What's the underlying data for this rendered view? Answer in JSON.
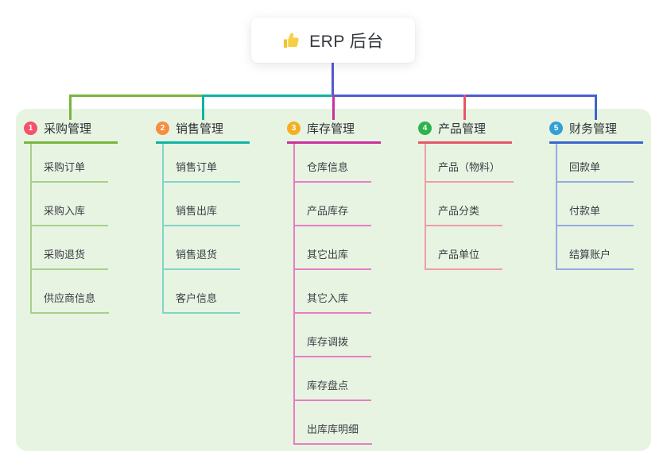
{
  "root": {
    "title": "ERP 后台",
    "icon": "thumbs-up-icon"
  },
  "connectors": {
    "trunk_color": "#4e5bd2"
  },
  "panel_color": "#e8f4e2",
  "branches": [
    {
      "index": "1",
      "label": "采购管理",
      "badge_color": "#f4516c",
      "line_color": "#79b43e",
      "child_line_color": "#a6d08b",
      "children": [
        "采购订单",
        "采购入库",
        "采购退货",
        "供应商信息"
      ]
    },
    {
      "index": "2",
      "label": "销售管理",
      "badge_color": "#f68e3f",
      "line_color": "#0fb3a4",
      "child_line_color": "#82d4c8",
      "children": [
        "销售订单",
        "销售出库",
        "销售退货",
        "客户信息"
      ]
    },
    {
      "index": "3",
      "label": "库存管理",
      "badge_color": "#f2b124",
      "line_color": "#c9309e",
      "child_line_color": "#e87dc5",
      "children": [
        "仓库信息",
        "产品库存",
        "其它出库",
        "其它入库",
        "库存调拨",
        "库存盘点",
        "出库库明细"
      ]
    },
    {
      "index": "4",
      "label": "产品管理",
      "badge_color": "#2eb34b",
      "line_color": "#e85468",
      "child_line_color": "#f19ca4",
      "children": [
        "产品（物料）",
        "产品分类",
        "产品单位"
      ]
    },
    {
      "index": "5",
      "label": "财务管理",
      "badge_color": "#339fd6",
      "line_color": "#3c64cc",
      "child_line_color": "#95aae2",
      "children": [
        "回款单",
        "付款单",
        "结算账户"
      ]
    }
  ]
}
